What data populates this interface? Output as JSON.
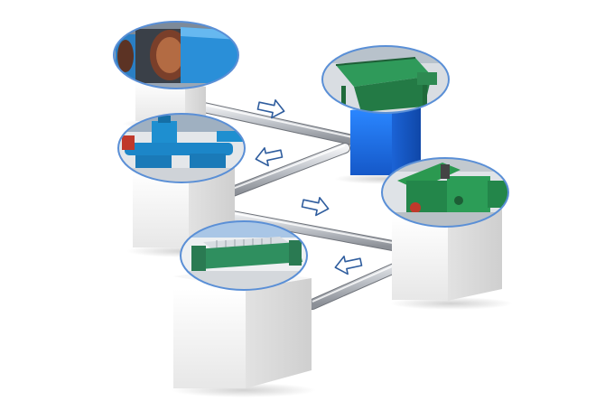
{
  "diagram": {
    "stations": [
      {
        "id": "cooker",
        "photo": "blue-cooker-machinery-photo",
        "pedestal_color": "#f3f3f3"
      },
      {
        "id": "hopper",
        "photo": "green-hopper-machinery-photo",
        "pedestal_color": "#1e6fe0"
      },
      {
        "id": "screw-press",
        "photo": "blue-screw-press-photo",
        "pedestal_color": "#f3f3f3"
      },
      {
        "id": "press-machines",
        "photo": "green-press-machines-photo",
        "pedestal_color": "#f3f3f3"
      },
      {
        "id": "filter-press",
        "photo": "filter-press-photo",
        "pedestal_color": "#f3f3f3"
      }
    ],
    "connectors": [
      {
        "from": "cooker",
        "to": "hopper"
      },
      {
        "from": "hopper",
        "to": "screw-press"
      },
      {
        "from": "screw-press",
        "to": "press-machines"
      },
      {
        "from": "press-machines",
        "to": "filter-press"
      }
    ],
    "flow_arrows": [
      {
        "direction": "right"
      },
      {
        "direction": "left"
      },
      {
        "direction": "right"
      },
      {
        "direction": "left"
      }
    ],
    "colors": {
      "arrow_stroke": "#2f5d9e",
      "ellipse_border": "#5a8fd6",
      "pipe": "#c9cdd3",
      "pedestal_face": "#f4f4f4",
      "pedestal_side": "#dedede",
      "blue_pedestal": "#1f6fe6"
    }
  }
}
